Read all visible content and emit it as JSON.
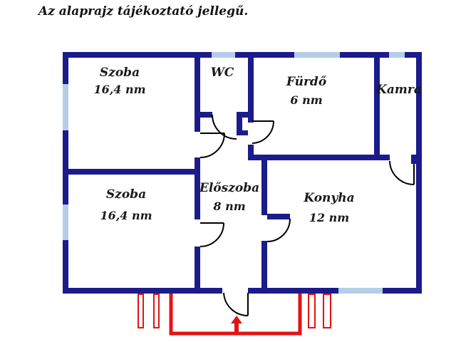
{
  "disclaimer": "Az alaprajz tájékoztató jellegű.",
  "colors": {
    "wall": "#1b1b8c",
    "window": "#b6cde8",
    "porch_red": "#e31313",
    "door_line": "#000000",
    "label_text": "#1a1a1a"
  },
  "rooms": [
    {
      "id": "szoba-top",
      "name": "Szoba",
      "area": "16,4 nm"
    },
    {
      "id": "wc",
      "name": "WC",
      "area": ""
    },
    {
      "id": "furdo",
      "name": "Fürdő",
      "area": "6 nm"
    },
    {
      "id": "kamra",
      "name": "Kamra",
      "area": ""
    },
    {
      "id": "szoba-bottom",
      "name": "Szoba",
      "area": "16,4 nm"
    },
    {
      "id": "eloszoba",
      "name": "Előszoba",
      "area": "8 nm"
    },
    {
      "id": "konyha",
      "name": "Konyha",
      "area": "12 nm"
    }
  ],
  "entrance": {
    "symbol": "up-arrow"
  }
}
